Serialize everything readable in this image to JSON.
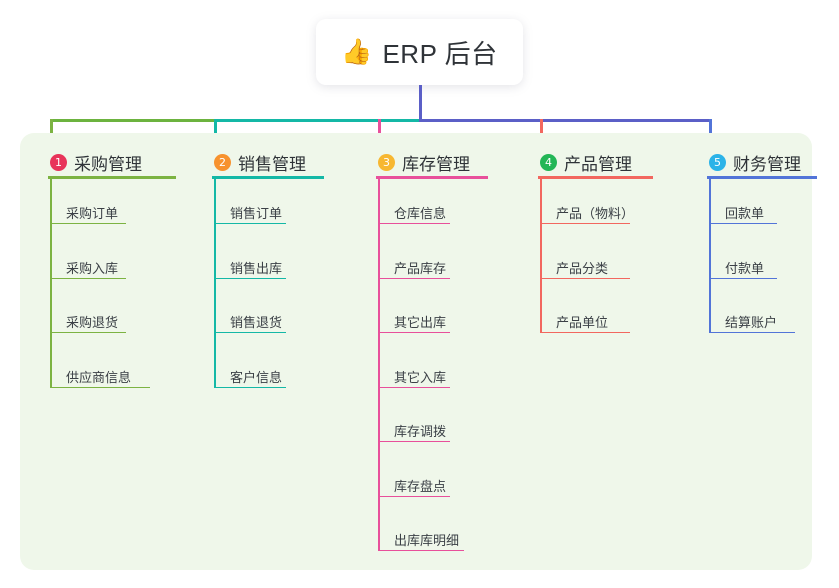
{
  "root": {
    "icon": "thumbs-up-icon",
    "icon_glyph": "👍",
    "title": "ERP 后台"
  },
  "colors": {
    "panel_bg": "#eff7ea",
    "stem": "#5b5fc7",
    "bus_left": "#6cb33f",
    "bus_mid": "#14b8a6",
    "bus_right": "#5b5fc7",
    "col1": "#7cb342",
    "col2": "#14b8a6",
    "col3": "#e8509b",
    "col4": "#f2675f",
    "col5": "#5274d8",
    "badge1": "#e8345a",
    "badge2": "#f7922e",
    "badge3": "#f7b731",
    "badge4": "#23b656",
    "badge5": "#2bb3e8",
    "text": "#2f3338",
    "leaf_text": "#3b4046"
  },
  "columns": [
    {
      "index": "1",
      "title": "采购管理",
      "badge_color": "#e8345a",
      "line_color": "#7cb342",
      "items": [
        {
          "label": "采购订单"
        },
        {
          "label": "采购入库"
        },
        {
          "label": "采购退货"
        },
        {
          "label": "供应商信息"
        }
      ]
    },
    {
      "index": "2",
      "title": "销售管理",
      "badge_color": "#f7922e",
      "line_color": "#14b8a6",
      "items": [
        {
          "label": "销售订单"
        },
        {
          "label": "销售出库"
        },
        {
          "label": "销售退货"
        },
        {
          "label": "客户信息"
        }
      ]
    },
    {
      "index": "3",
      "title": "库存管理",
      "badge_color": "#f7b731",
      "line_color": "#e8509b",
      "items": [
        {
          "label": "仓库信息"
        },
        {
          "label": "产品库存"
        },
        {
          "label": "其它出库"
        },
        {
          "label": "其它入库"
        },
        {
          "label": "库存调拨"
        },
        {
          "label": "库存盘点"
        },
        {
          "label": "出库库明细"
        }
      ]
    },
    {
      "index": "4",
      "title": "产品管理",
      "badge_color": "#23b656",
      "line_color": "#f2675f",
      "items": [
        {
          "label": "产品（物料）"
        },
        {
          "label": "产品分类"
        },
        {
          "label": "产品单位"
        }
      ]
    },
    {
      "index": "5",
      "title": "财务管理",
      "badge_color": "#2bb3e8",
      "line_color": "#5274d8",
      "items": [
        {
          "label": "回款单"
        },
        {
          "label": "付款单"
        },
        {
          "label": "结算账户"
        }
      ]
    }
  ]
}
